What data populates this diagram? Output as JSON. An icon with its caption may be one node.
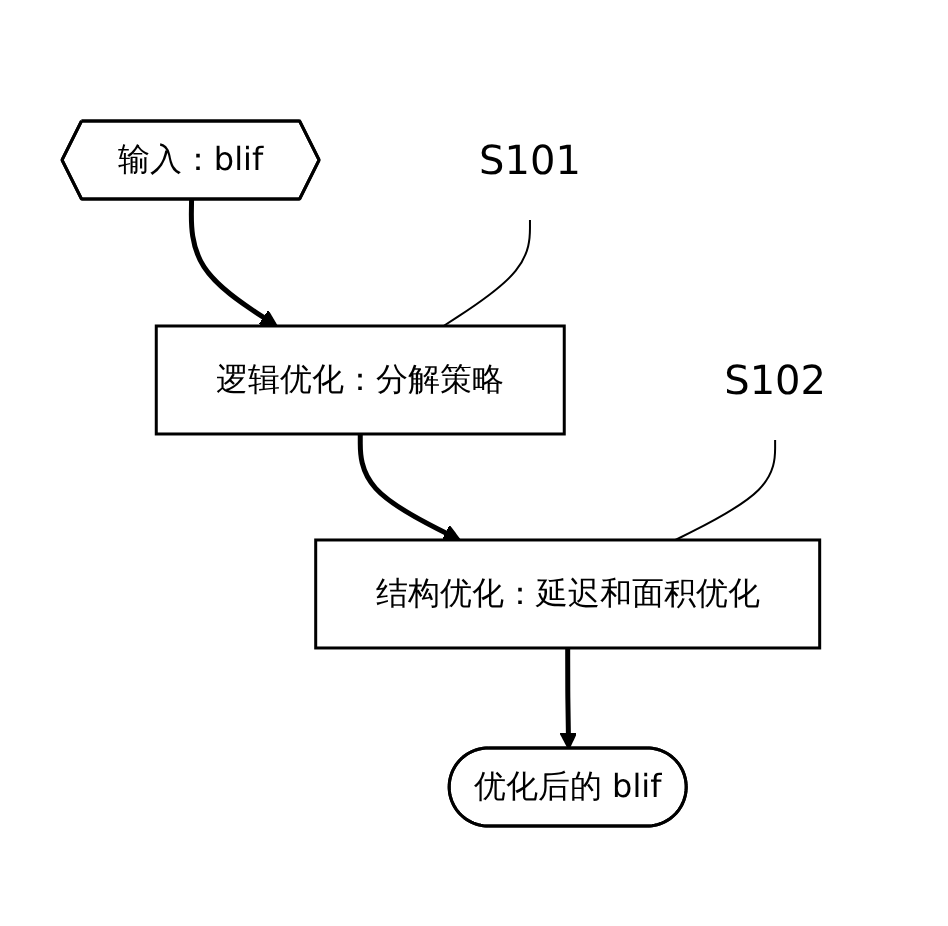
{
  "diagram": {
    "nodes": [
      {
        "text": [
          "输入：blif"
        ]
      },
      {
        "text": [
          "S101"
        ]
      },
      {
        "text": [
          "逻辑优化：分解策略"
        ]
      },
      {
        "text": [
          "S102"
        ]
      },
      {
        "text": [
          "结构优化：延迟和面积优化"
        ]
      },
      {
        "text": [
          "优化后的 blif"
        ]
      }
    ],
    "edges": [
      {
        "from": 0,
        "to": 2,
        "arrow": "to"
      },
      {
        "from": 1,
        "to": 2,
        "arrow": "none"
      },
      {
        "from": 2,
        "to": 4,
        "arrow": "to"
      },
      {
        "from": 3,
        "to": 4,
        "arrow": "none"
      },
      {
        "from": 4,
        "to": 5,
        "arrow": "to"
      }
    ]
  }
}
